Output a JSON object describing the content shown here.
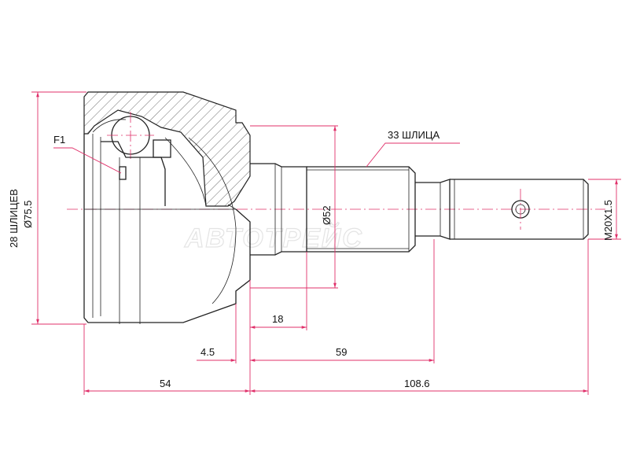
{
  "watermark": "АВТОТРЕЙС",
  "labels": {
    "f1": "F1",
    "splines_shaft": "33 ШЛИЦА",
    "splines_inner": "28 ШЛИЦЕВ",
    "outer_diameter": "Ø75.5",
    "shaft_diameter": "Ø52",
    "thread": "M20X1.5"
  },
  "dimensions": {
    "d18": "18",
    "d4_5": "4.5",
    "d59": "59",
    "d54": "54",
    "d108_6": "108.6"
  },
  "colors": {
    "dimension": "#e0306a",
    "outline": "#222222"
  }
}
